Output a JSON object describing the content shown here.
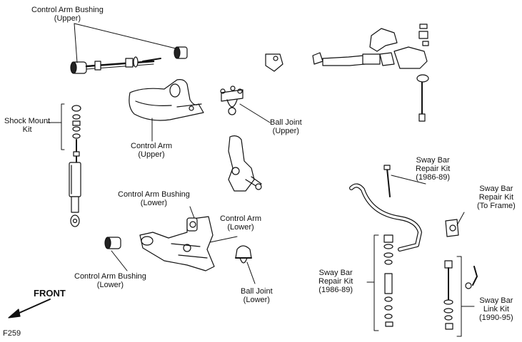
{
  "labels": {
    "upper_bushing": [
      "Control Arm Bushing",
      "(Upper)"
    ],
    "shock_kit": [
      "Shock Mount",
      "Kit"
    ],
    "control_arm_upper": [
      "Control Arm",
      "(Upper)"
    ],
    "ball_joint_upper": [
      "Ball Joint",
      "(Upper)"
    ],
    "lower_bushing_top": [
      "Control Arm Bushing",
      "(Lower)"
    ],
    "control_arm_lower": [
      "Control Arm",
      "(Lower)"
    ],
    "lower_bushing_bottom": [
      "Control Arm Bushing",
      "(Lower)"
    ],
    "ball_joint_lower": [
      "Ball Joint",
      "(Lower)"
    ],
    "sway_repair_top": [
      "Sway Bar",
      "Repair Kit",
      "(1986-89)"
    ],
    "sway_repair_frame": [
      "Sway Bar",
      "Repair Kit",
      "(To Frame)"
    ],
    "sway_repair_bottom": [
      "Sway Bar",
      "Repair Kit",
      "(1986-89)"
    ],
    "sway_link": [
      "Sway Bar",
      "Link Kit",
      "(1990-95)"
    ]
  },
  "front": "FRONT",
  "figure_code": "F259"
}
